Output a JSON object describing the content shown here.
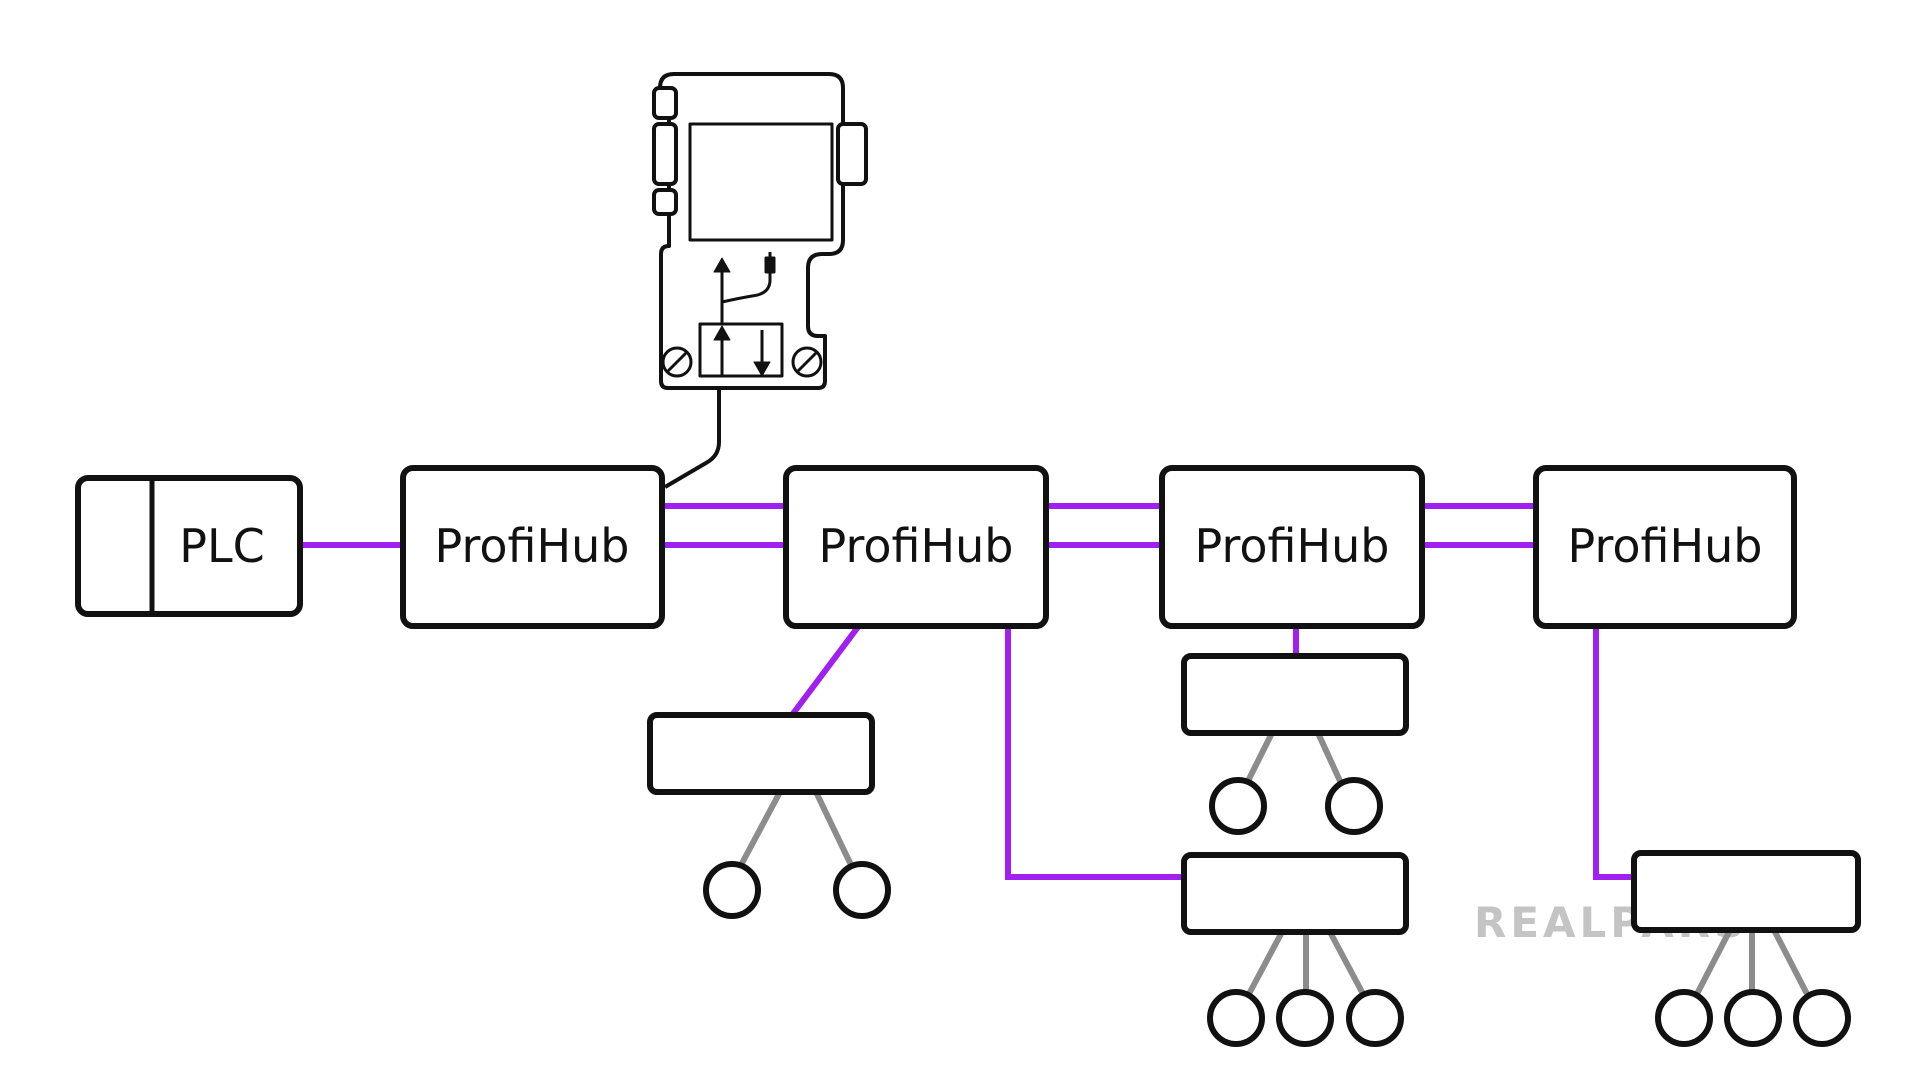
{
  "diagram": {
    "plc": {
      "label": "PLC"
    },
    "hubs": [
      {
        "label": "ProfiHub"
      },
      {
        "label": "ProfiHub"
      },
      {
        "label": "ProfiHub"
      },
      {
        "label": "ProfiHub"
      }
    ],
    "watermark": {
      "text": "REALPARS"
    },
    "colors": {
      "bus_line": "#a020f0",
      "device_line": "#8c8c8c",
      "outline": "#111111",
      "watermark": "#c4c4c4",
      "background": "#ffffff"
    }
  }
}
